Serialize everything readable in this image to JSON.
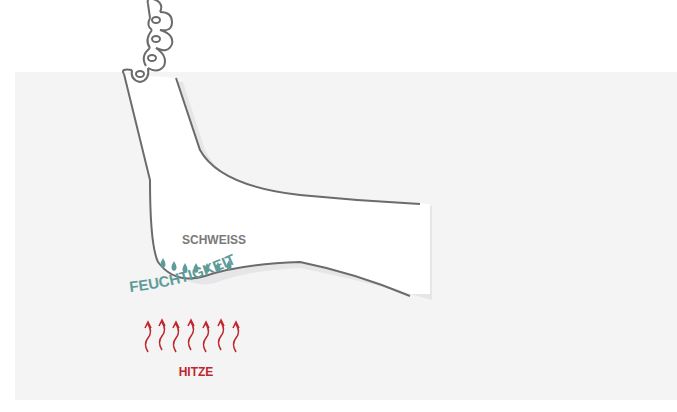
{
  "diagram": {
    "labels": [
      "SCHWEISS",
      "FEUCHTIGKEIT",
      "HITZE"
    ]
  }
}
